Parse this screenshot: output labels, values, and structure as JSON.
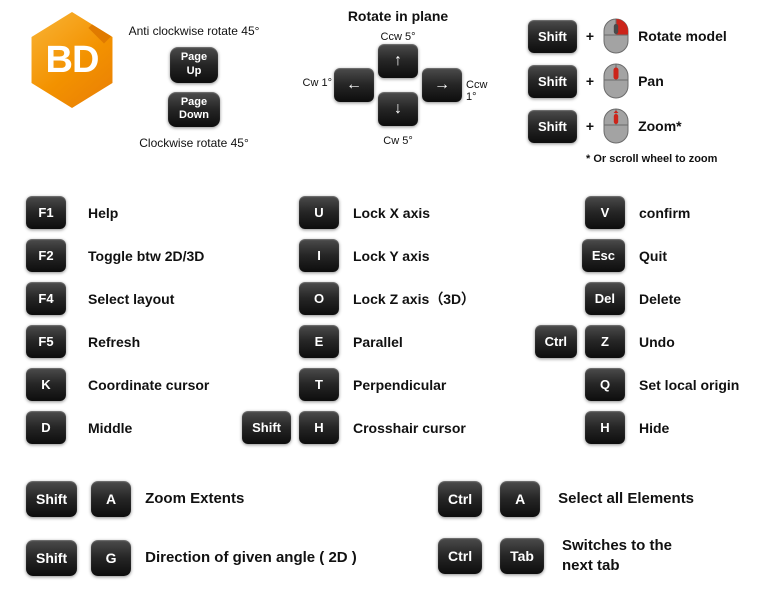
{
  "logo": {
    "text": "BD"
  },
  "page_rotate": {
    "anti_label": "Anti clockwise rotate 45°",
    "page_up": "Page\nUp",
    "page_down": "Page\nDown",
    "clockwise_label": "Clockwise rotate 45°"
  },
  "rotate_plane": {
    "title": "Rotate in plane",
    "ccw5": "Ccw 5°",
    "cw1": "Cw 1°",
    "ccw1": "Ccw 1°",
    "cw5": "Cw 5°",
    "arrow_up": "↑",
    "arrow_down": "↓",
    "arrow_left": "←",
    "arrow_right": "→"
  },
  "mouse": {
    "rows": [
      {
        "key": "Shift",
        "plus": "+",
        "label": "Rotate model"
      },
      {
        "key": "Shift",
        "plus": "+",
        "label": "Pan"
      },
      {
        "key": "Shift",
        "plus": "+",
        "label": "Zoom*"
      }
    ],
    "footnote": "* Or scroll wheel to zoom"
  },
  "columns": {
    "left": [
      {
        "keys": [
          "F1"
        ],
        "label": "Help"
      },
      {
        "keys": [
          "F2"
        ],
        "label": "Toggle btw 2D/3D"
      },
      {
        "keys": [
          "F4"
        ],
        "label": "Select layout"
      },
      {
        "keys": [
          "F5"
        ],
        "label": "Refresh"
      },
      {
        "keys": [
          "K"
        ],
        "label": "Coordinate cursor"
      },
      {
        "keys": [
          "D"
        ],
        "label": "Middle"
      }
    ],
    "middle": [
      {
        "keys": [
          "U"
        ],
        "label": "Lock X axis"
      },
      {
        "keys": [
          "I"
        ],
        "label": "Lock Y axis"
      },
      {
        "keys": [
          "O"
        ],
        "label": "Lock Z axis（3D）"
      },
      {
        "keys": [
          "E"
        ],
        "label": "Parallel"
      },
      {
        "keys": [
          "T"
        ],
        "label": "Perpendicular"
      },
      {
        "keys": [
          "Shift",
          "H"
        ],
        "label": "Crosshair cursor"
      }
    ],
    "right": [
      {
        "keys": [
          "V"
        ],
        "label": "confirm"
      },
      {
        "keys": [
          "Esc"
        ],
        "label": "Quit"
      },
      {
        "keys": [
          "Del"
        ],
        "label": "Delete"
      },
      {
        "keys": [
          "Ctrl",
          "Z"
        ],
        "label": "Undo"
      },
      {
        "keys": [
          "Q"
        ],
        "label": "Set local origin"
      },
      {
        "keys": [
          "H"
        ],
        "label": "Hide"
      }
    ]
  },
  "bottom": [
    {
      "keys": [
        "Shift",
        "A"
      ],
      "label": "Zoom Extents"
    },
    {
      "keys": [
        "Shift",
        "G"
      ],
      "label": "Direction of given angle ( 2D )"
    },
    {
      "keys": [
        "Ctrl",
        "A"
      ],
      "label": "Select all Elements"
    },
    {
      "keys": [
        "Ctrl",
        "Tab"
      ],
      "label": "Switches to the\nnext tab"
    }
  ],
  "colors": {
    "background": "#ffffff",
    "key_dark": "#1c1c1c",
    "logo_orange": "#f39200",
    "mouse_red": "#cc241a",
    "text": "#111111"
  }
}
